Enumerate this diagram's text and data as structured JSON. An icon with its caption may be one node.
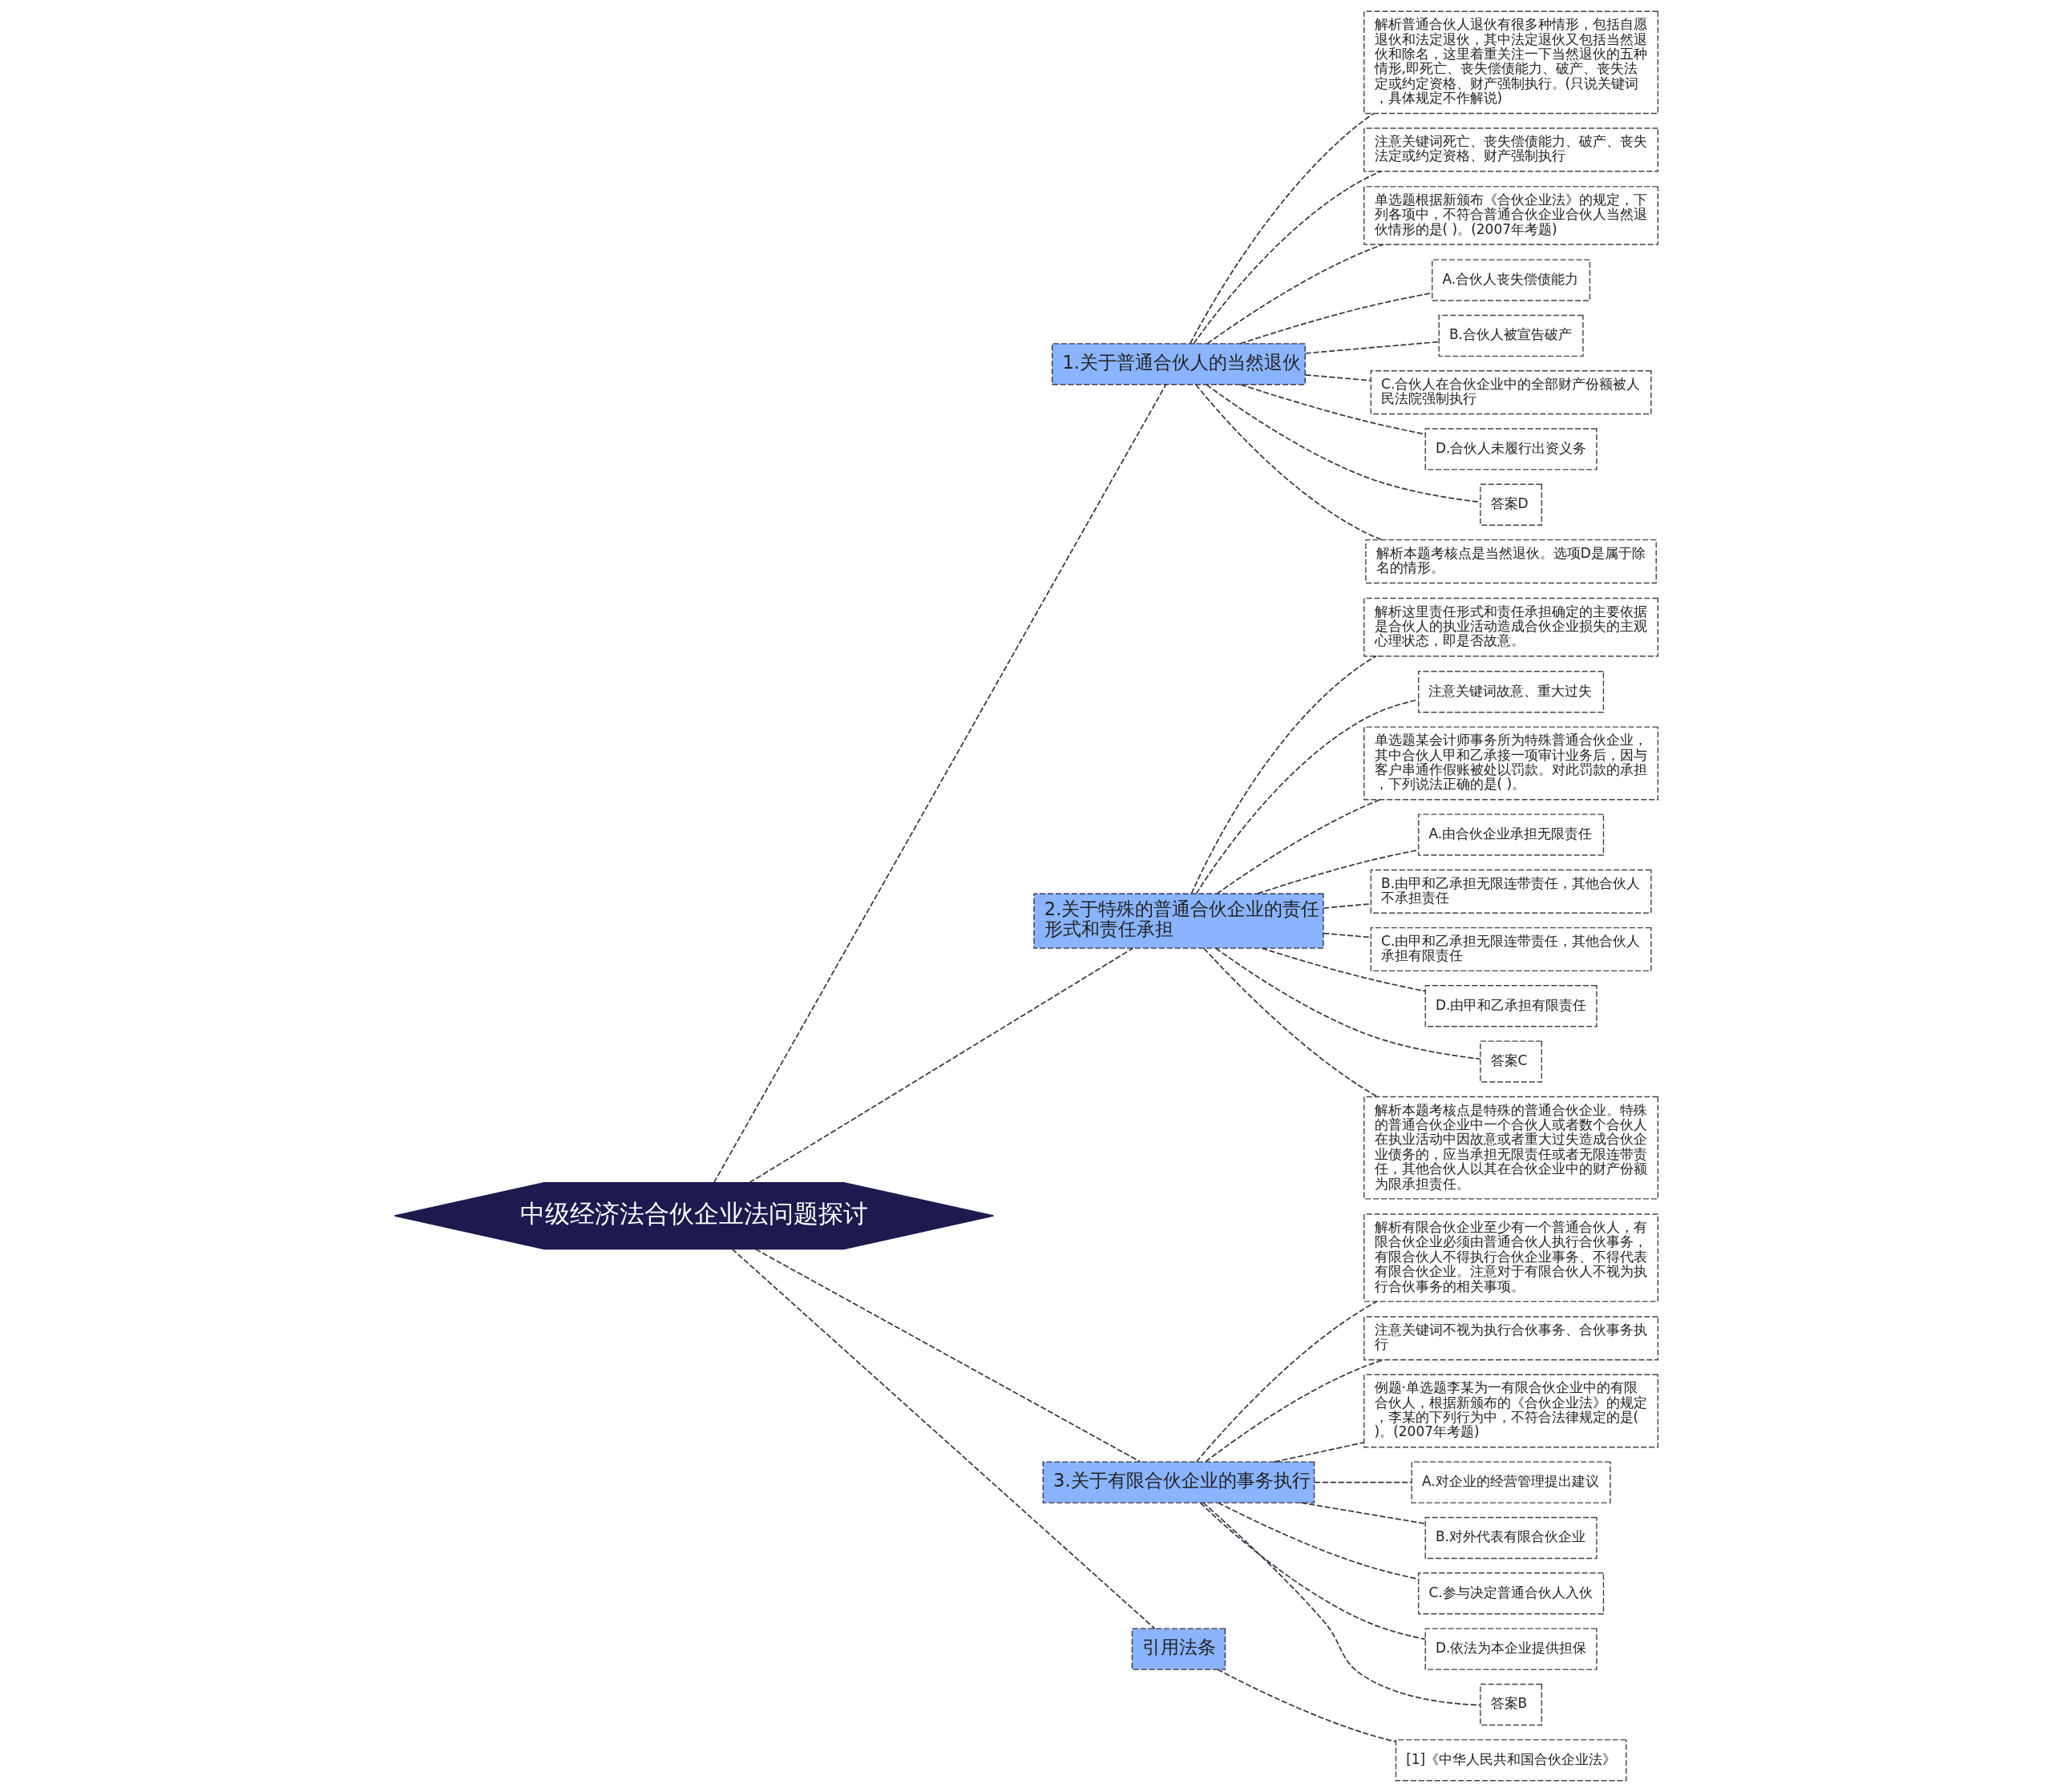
{
  "diagram": {
    "nodes": [
      {
        "text": [
          "中级经济法合伙企业法问题探讨"
        ]
      },
      {
        "text": [
          "1.关于普通合伙人的当然退伙"
        ]
      },
      {
        "text": [
          "解析普通合伙人退伙有很多种情形，包括自愿退伙和法定退伙，其中法定退伙又包括当然退伙和除名，这里着重关注一下当然退伙的五种情形,即死亡、丧失偿债能力、破产、丧失法定或约定资格、财产强制执行。(只说关键词，具体规定不作解说)"
        ]
      },
      {
        "text": [
          "注意关键词死亡、丧失偿债能力、破产、丧失法定或约定资格、财产强制执行"
        ]
      },
      {
        "text": [
          "单选题根据新颁布《合伙企业法》的规定，下列各项中，不符合普通合伙企业合伙人当然退伙情形的是( )。(2007年考题)"
        ]
      },
      {
        "text": [
          "A.合伙人丧失偿债能力"
        ]
      },
      {
        "text": [
          "B.合伙人被宣告破产"
        ]
      },
      {
        "text": [
          "C.合伙人在合伙企业中的全部财产份额被人民法院强制执行"
        ]
      },
      {
        "text": [
          "D.合伙人未履行出资义务"
        ]
      },
      {
        "text": [
          "答案D"
        ]
      },
      {
        "text": [
          "解析本题考核点是当然退伙。选项D是属于除名的情形。"
        ]
      },
      {
        "text": [
          "2.关于特殊的普通合伙企业的责任形式和责任承担"
        ]
      },
      {
        "text": [
          "解析这里责任形式和责任承担确定的主要依据是合伙人的执业活动造成合伙企业损失的主观心理状态，即是否故意。"
        ]
      },
      {
        "text": [
          "注意关键词故意、重大过失"
        ]
      },
      {
        "text": [
          "单选题某会计师事务所为特殊普通合伙企业，其中合伙人甲和乙承接一项审计业务后，因与客户串通作假账被处以罚款。对此罚款的承担，下列说法正确的是( )。"
        ]
      },
      {
        "text": [
          "A.由合伙企业承担无限责任"
        ]
      },
      {
        "text": [
          "B.由甲和乙承担无限连带责任，其他合伙人不承担责任"
        ]
      },
      {
        "text": [
          "C.由甲和乙承担无限连带责任，其他合伙人承担有限责任"
        ]
      },
      {
        "text": [
          "D.由甲和乙承担有限责任"
        ]
      },
      {
        "text": [
          "答案C"
        ]
      },
      {
        "text": [
          "解析本题考核点是特殊的普通合伙企业。特殊的普通合伙企业中一个合伙人或者数个合伙人在执业活动中因故意或者重大过失造成合伙企业债务的，应当承担无限责任或者无限连带责任，其他合伙人以其在合伙企业中的财产份额为限承担责任。"
        ]
      },
      {
        "text": [
          "3.关于有限合伙企业的事务执行"
        ]
      },
      {
        "text": [
          "解析有限合伙企业至少有一个普通合伙人，有限合伙企业必须由普通合伙人执行合伙事务，有限合伙人不得执行合伙企业事务、不得代表有限合伙企业。注意对于有限合伙人不视为执行合伙事务的相关事项。"
        ]
      },
      {
        "text": [
          "注意关键词不视为执行合伙事务、合伙事务执行"
        ]
      },
      {
        "text": [
          "例题·单选题李某为一有限合伙企业中的有限合伙人，根据新颁布的《合伙企业法》的规定，李某的下列行为中，不符合法律规定的是( )。(2007年考题)"
        ]
      },
      {
        "text": [
          "A.对企业的经营管理提出建议"
        ]
      },
      {
        "text": [
          "B.对外代表有限合伙企业"
        ]
      },
      {
        "text": [
          "C.参与决定普通合伙人入伙"
        ]
      },
      {
        "text": [
          "D.依法为本企业提供担保"
        ]
      },
      {
        "text": [
          "答案B"
        ]
      },
      {
        "text": [
          "引用法条"
        ]
      },
      {
        "text": [
          "[1]《中华人民共和国合伙企业法》"
        ]
      }
    ],
    "edges": [
      {
        "from": 0,
        "to": 1,
        "arrow": "none"
      },
      {
        "from": 1,
        "to": 2,
        "arrow": "none"
      },
      {
        "from": 1,
        "to": 3,
        "arrow": "none"
      },
      {
        "from": 1,
        "to": 4,
        "arrow": "none"
      },
      {
        "from": 1,
        "to": 5,
        "arrow": "none"
      },
      {
        "from": 1,
        "to": 6,
        "arrow": "none"
      },
      {
        "from": 1,
        "to": 7,
        "arrow": "none"
      },
      {
        "from": 1,
        "to": 8,
        "arrow": "none"
      },
      {
        "from": 1,
        "to": 9,
        "arrow": "none"
      },
      {
        "from": 1,
        "to": 10,
        "arrow": "none"
      },
      {
        "from": 0,
        "to": 11,
        "arrow": "none"
      },
      {
        "from": 11,
        "to": 12,
        "arrow": "none"
      },
      {
        "from": 11,
        "to": 13,
        "arrow": "none"
      },
      {
        "from": 11,
        "to": 14,
        "arrow": "none"
      },
      {
        "from": 11,
        "to": 15,
        "arrow": "none"
      },
      {
        "from": 11,
        "to": 16,
        "arrow": "none"
      },
      {
        "from": 11,
        "to": 17,
        "arrow": "none"
      },
      {
        "from": 11,
        "to": 18,
        "arrow": "none"
      },
      {
        "from": 11,
        "to": 19,
        "arrow": "none"
      },
      {
        "from": 11,
        "to": 20,
        "arrow": "none"
      },
      {
        "from": 0,
        "to": 21,
        "arrow": "none"
      },
      {
        "from": 21,
        "to": 22,
        "arrow": "none"
      },
      {
        "from": 21,
        "to": 23,
        "arrow": "none"
      },
      {
        "from": 21,
        "to": 24,
        "arrow": "none"
      },
      {
        "from": 21,
        "to": 25,
        "arrow": "none"
      },
      {
        "from": 21,
        "to": 26,
        "arrow": "none"
      },
      {
        "from": 21,
        "to": 27,
        "arrow": "none"
      },
      {
        "from": 21,
        "to": 28,
        "arrow": "none"
      },
      {
        "from": 21,
        "to": 29,
        "arrow": "none"
      },
      {
        "from": 0,
        "to": 30,
        "arrow": "none"
      },
      {
        "from": 30,
        "to": 31,
        "arrow": "none"
      }
    ]
  }
}
